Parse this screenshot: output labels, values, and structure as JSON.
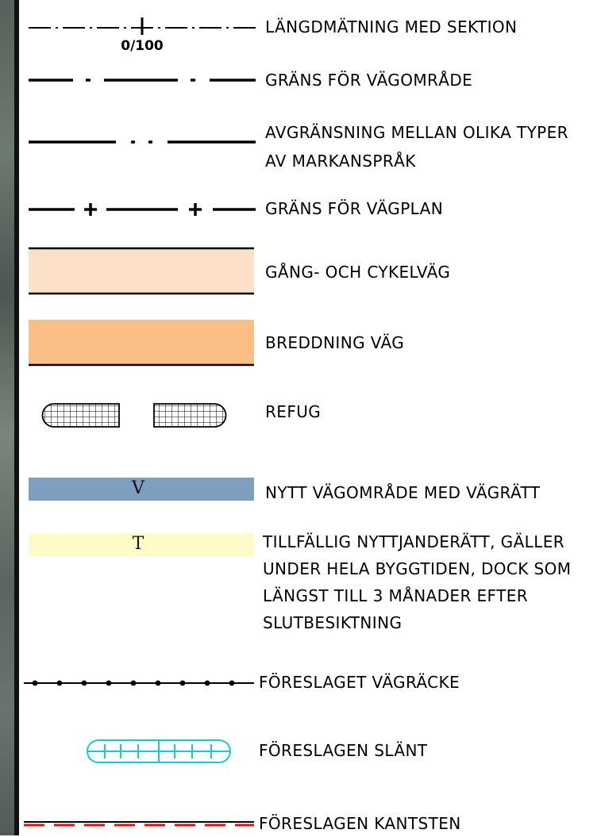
{
  "legend": {
    "items": [
      {
        "id": "langdmatning",
        "lines": [
          "LÄNGDMÄTNING MED SEKTION"
        ],
        "symbol_text": "0/100"
      },
      {
        "id": "grans-vagomrade",
        "lines": [
          "GRÄNS FÖR VÄGOMRÅDE"
        ]
      },
      {
        "id": "avgransning",
        "lines": [
          "AVGRÄNSNING MELLAN OLIKA TYPER",
          "AV MARKANSPRÅK"
        ]
      },
      {
        "id": "grans-vagplan",
        "lines": [
          "GRÄNS FÖR VÄGPLAN"
        ]
      },
      {
        "id": "gang-cykelvag",
        "lines": [
          "GÅNG- OCH CYKELVÄG"
        ],
        "color": "#fde0c8"
      },
      {
        "id": "breddning-vag",
        "lines": [
          "BREDDNING VÄG"
        ],
        "color": "#fbbf86"
      },
      {
        "id": "refug",
        "lines": [
          "REFUG"
        ]
      },
      {
        "id": "nytt-vagomrade",
        "lines": [
          "NYTT VÄGOMRÅDE MED VÄGRÄTT"
        ],
        "symbol_text": "V",
        "color": "#7f9fc0"
      },
      {
        "id": "tillfallig",
        "lines": [
          "TILLFÄLLIG NYTTJANDERÄTT, GÄLLER",
          "UNDER HELA BYGGTIDEN, DOCK SOM",
          "LÄNGST TILL 3 MÅNADER EFTER",
          "SLUTBESIKTNING"
        ],
        "symbol_text": "T",
        "color": "#fdfbc8"
      },
      {
        "id": "vagracke",
        "lines": [
          "FÖRESLAGET VÄGRÄCKE"
        ]
      },
      {
        "id": "slant",
        "lines": [
          "FÖRESLAGEN SLÄNT"
        ],
        "color": "#18c8e0"
      },
      {
        "id": "kantsten",
        "lines": [
          "FÖRESLAGEN KANTSTEN"
        ],
        "color": "#e01010"
      }
    ]
  }
}
